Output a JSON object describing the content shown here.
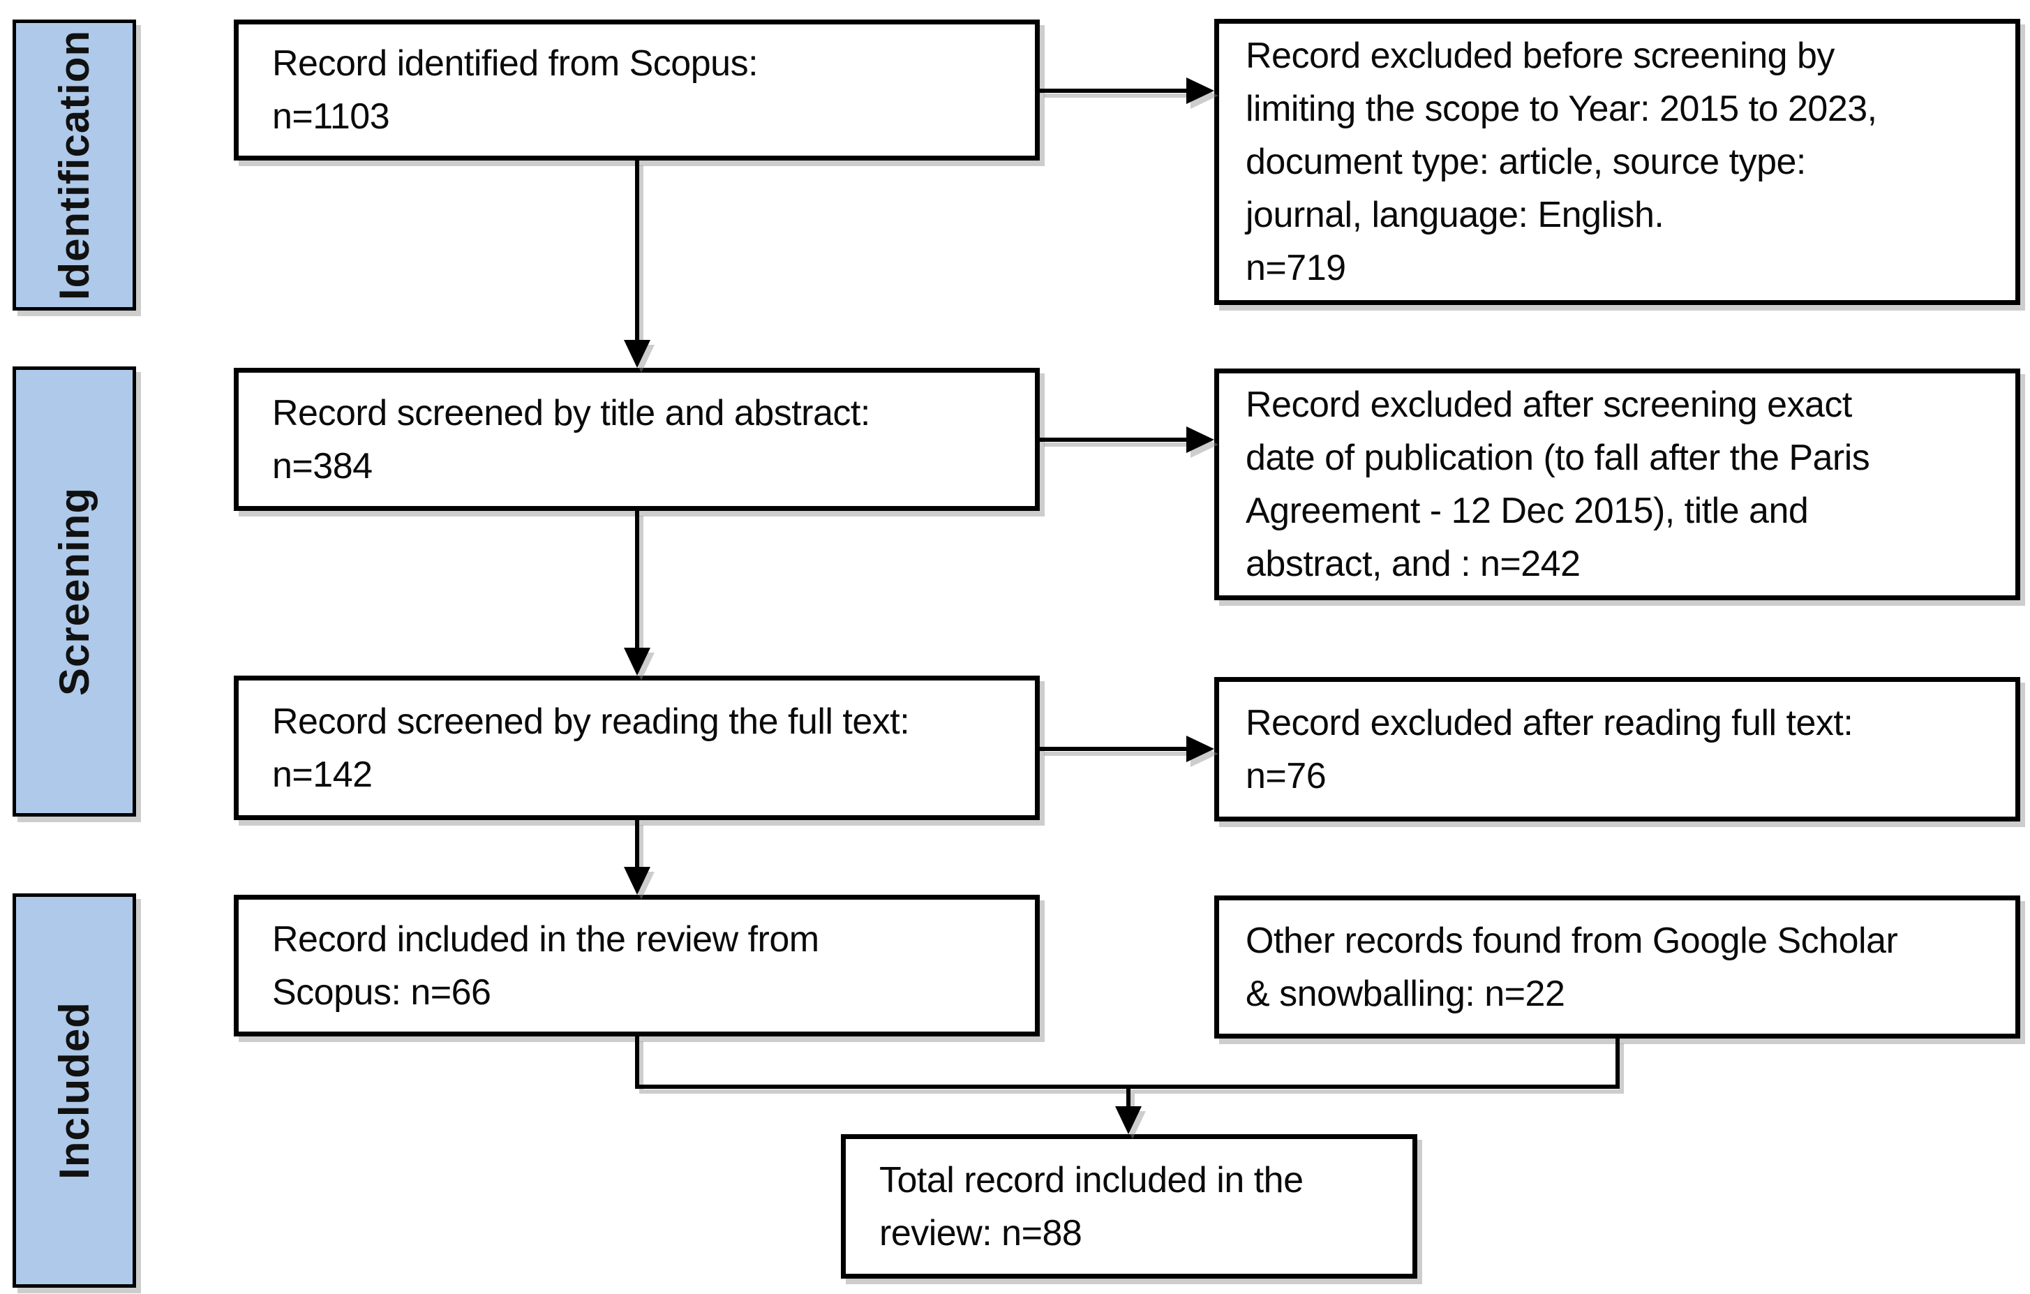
{
  "palette": {
    "stage_label_fill": "#aec9e9",
    "box_fill": "#ffffff",
    "border": "#000000",
    "background": "#ffffff"
  },
  "sidebar": {
    "stages": [
      {
        "id": "identification",
        "label": "Identification"
      },
      {
        "id": "screening",
        "label": "Screening"
      },
      {
        "id": "included",
        "label": "Included"
      }
    ]
  },
  "flow": {
    "main": [
      {
        "id": "identified",
        "text": "Record identified from Scopus:\nn=1103"
      },
      {
        "id": "screened_title_abstract",
        "text": "Record screened by title and abstract:\nn=384"
      },
      {
        "id": "screened_full_text",
        "text": "Record screened by reading the full text:\nn=142"
      },
      {
        "id": "included_from_scopus",
        "text": "Record included in the review from\nScopus: n=66"
      }
    ],
    "excluded": [
      {
        "id": "excluded_before_screening",
        "text": "Record excluded before screening by\nlimiting the scope to Year: 2015 to 2023,\ndocument type: article, source type:\njournal, language: English.\nn=719"
      },
      {
        "id": "excluded_after_screening",
        "text": "Record excluded after screening exact\ndate of publication (to fall after the Paris\nAgreement - 12 Dec 2015), title and\nabstract, and : n=242"
      },
      {
        "id": "excluded_after_full_text",
        "text": "Record excluded after reading full text:\nn=76"
      },
      {
        "id": "other_records",
        "text": "Other records found from Google Scholar\n& snowballing: n=22"
      }
    ],
    "total": {
      "id": "total_included",
      "text": "Total record included in the\nreview: n=88"
    }
  }
}
